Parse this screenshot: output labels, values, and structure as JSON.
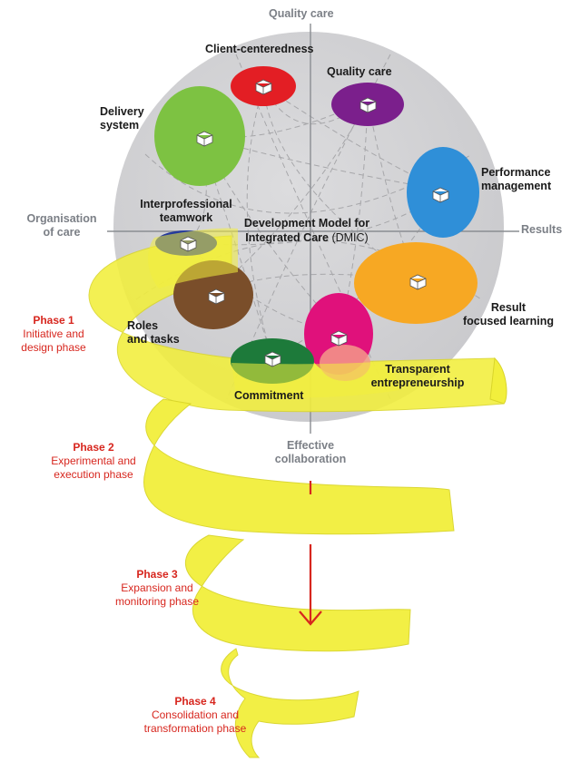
{
  "axes": {
    "top": "Quality care",
    "left": "Organisation\nof care",
    "right": "Results",
    "bottom": "Effective\ncollaboration"
  },
  "center": {
    "line1": "Development Model for",
    "line2": "Integrated Care",
    "abbr": "(DMIC)"
  },
  "clusters": [
    {
      "key": "client",
      "label": "Client-centeredness",
      "color": "#e31e24"
    },
    {
      "key": "quality",
      "label": "Quality care",
      "color": "#7b1f8c"
    },
    {
      "key": "delivery",
      "label": "Delivery\nsystem",
      "color": "#7dc242"
    },
    {
      "key": "performance",
      "label": "Performance\nmanagement",
      "color": "#2f8fd8"
    },
    {
      "key": "interprof",
      "label": "Interprofessional\nteamwork",
      "color": "#253a9c"
    },
    {
      "key": "result",
      "label": "Result\nfocused learning",
      "color": "#f7a823"
    },
    {
      "key": "roles",
      "label": "Roles\nand tasks",
      "color": "#7a4e2a"
    },
    {
      "key": "transparent",
      "label": "Transparent\nentrepreneurship",
      "color": "#e0117b"
    },
    {
      "key": "commitment",
      "label": "Commitment",
      "color": "#1d7a3a"
    }
  ],
  "phases": [
    {
      "title": "Phase 1",
      "desc": "Initiative and\ndesign phase"
    },
    {
      "title": "Phase 2",
      "desc": "Experimental and\nexecution phase"
    },
    {
      "title": "Phase 3",
      "desc": "Expansion and\nmonitoring phase"
    },
    {
      "title": "Phase 4",
      "desc": "Consolidation and\ntransformation phase"
    }
  ],
  "colors": {
    "sphere": "#d4d4d6",
    "spiral": "#f2ef3c",
    "arrow": "#d7261e",
    "axis_text": "#7b7f86",
    "phase_text": "#d7261e"
  }
}
